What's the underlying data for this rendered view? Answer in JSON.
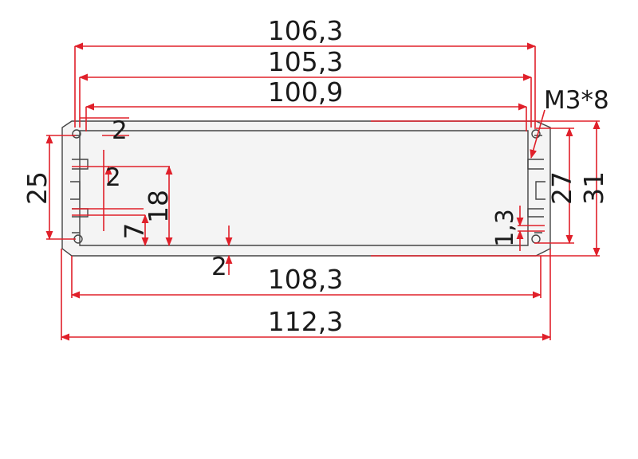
{
  "dimensions": {
    "top_1": "106,3",
    "top_2": "105,3",
    "top_3": "100,9",
    "thread": "M3*8",
    "wall_a": "2",
    "wall_b": "2",
    "height_left": "25",
    "slot_18": "18",
    "slot_7": "7",
    "bottom_wall": "2",
    "rail_13": "1,3",
    "height_27": "27",
    "height_31": "31",
    "bottom_1": "108,3",
    "bottom_2": "112,3"
  },
  "colors": {
    "dimension": "#e0202a",
    "outline": "#444444",
    "text": "#1a1a1a"
  }
}
